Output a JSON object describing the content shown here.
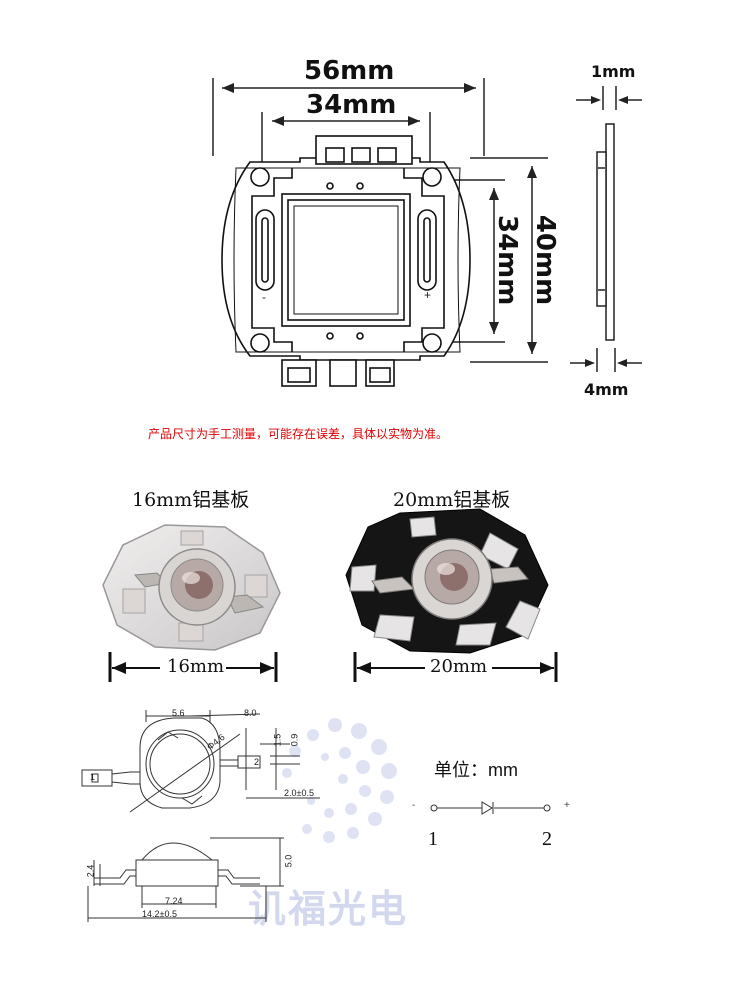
{
  "cob": {
    "width_total": "56mm",
    "width_inner": "34mm",
    "height_total": "40mm",
    "height_inner": "34mm",
    "thickness_plate": "1mm",
    "thickness_total": "4mm",
    "pin_minus": "-",
    "pin_plus": "+"
  },
  "note": "产品尺寸为手工测量，可能存在误差，具体以实物为准。",
  "boards": {
    "small_caption": "16mm铝基板",
    "small_dim": "16mm",
    "large_caption": "20mm铝基板",
    "large_dim": "20mm"
  },
  "drawing": {
    "d_5_6": "5.6",
    "d_8_0": "8.0",
    "d_phi": "Φ4.6",
    "d_1_5": "1.5",
    "d_0_9": "0.9",
    "d_2_0": "2.0±0.5",
    "d_2_4": "2.4",
    "d_5_0": "5.0",
    "d_7_24": "7.24",
    "d_14_2": "14.2±0.5",
    "pin1": "1",
    "pin2": "2",
    "watermark": "讥福光电"
  },
  "legend": {
    "unit_label": "单位：mm",
    "minus": "-",
    "plus": "+",
    "pin1": "1",
    "pin2": "2"
  }
}
